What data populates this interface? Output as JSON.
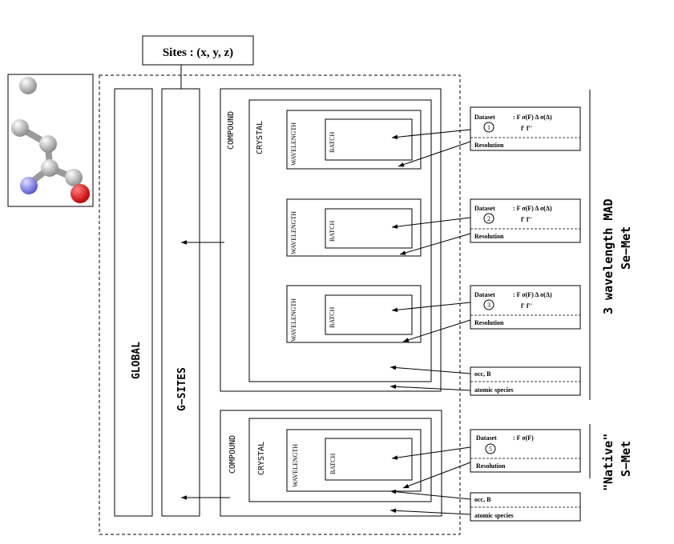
{
  "sites_label": "Sites : (x, y, z)",
  "global_label": "GLOBAL",
  "gsites_label": "G−SITES",
  "compound_label": "COMPOUND",
  "crystal_label": "CRYSTAL",
  "wavelength_label": "WAVELENGTH",
  "batch_label": "BATCH",
  "mad_panel": {
    "title": "3 wavelength MAD",
    "subtitle": "Se−Met",
    "datasets": [
      {
        "label": "Dataset",
        "cols": ": F  σ(F)   Δ  σ(Δ)",
        "num": "1",
        "fp": "f'   f''",
        "resolution": "Resolution"
      },
      {
        "label": "Dataset",
        "cols": ": F  σ(F)   Δ  σ(Δ)",
        "num": "2",
        "fp": "f'   f''",
        "resolution": "Resolution"
      },
      {
        "label": "Dataset",
        "cols": ": F  σ(F)   Δ  σ(Δ)",
        "num": "3",
        "fp": "f'   f''",
        "resolution": "Resolution"
      }
    ],
    "occ": "occ, B",
    "atomic": "atomic species"
  },
  "native_panel": {
    "title": "\"Native\"",
    "subtitle": "S−Met",
    "dataset": {
      "label": "Dataset",
      "cols": ": F  σ(F)",
      "num": "5",
      "resolution": "Resolution"
    },
    "occ": "occ, B",
    "atomic": "atomic species"
  },
  "molecule": {
    "atom_colors": {
      "carbon": "#b4b4b4",
      "nitrogen": "#7c7ce8",
      "oxygen": "#e00000"
    }
  }
}
